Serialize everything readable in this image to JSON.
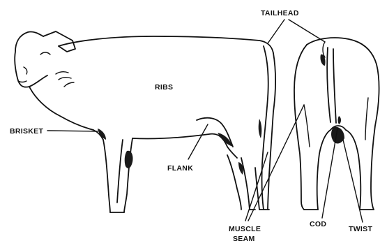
{
  "labels": {
    "tailhead": "TAILHEAD",
    "ribs": "RIBS",
    "brisket": "BRISKET",
    "flank": "FLANK",
    "muscle_seam_line1": "MUSCLE",
    "muscle_seam_line2": "SEAM",
    "cod": "COD",
    "twist": "TWIST"
  }
}
